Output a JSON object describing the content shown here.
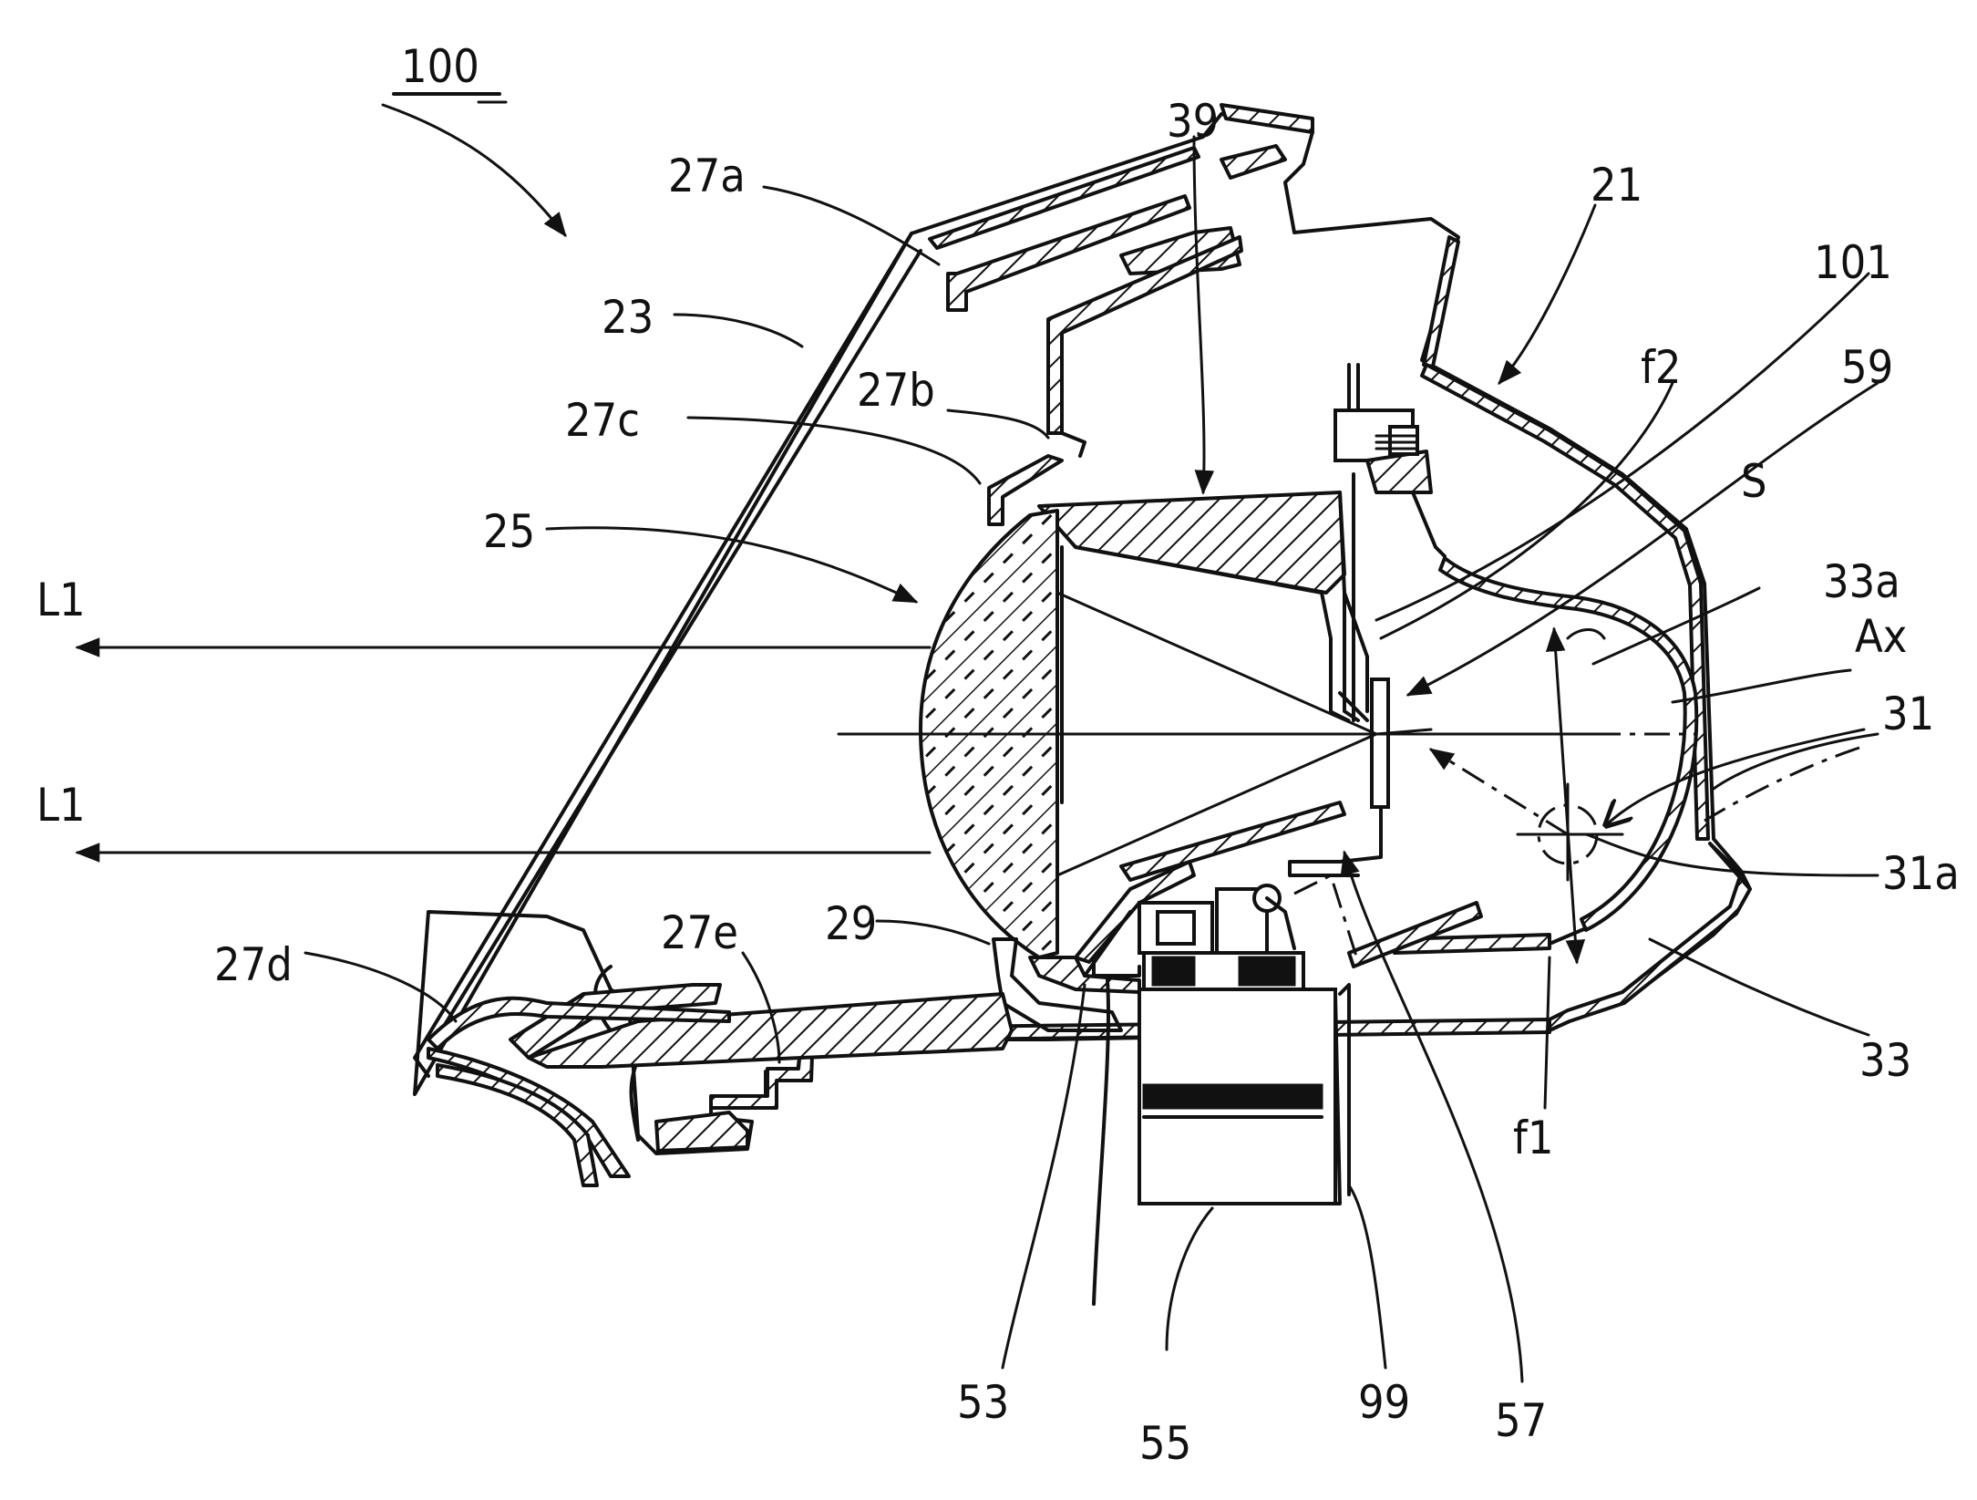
{
  "figure": {
    "ref_numbers": {
      "assembly": "100",
      "housing": "21",
      "cover": "23",
      "lens": "25",
      "ext_a": "27a",
      "ext_b": "27b",
      "ext_c": "27c",
      "ext_d": "27d",
      "ext_e": "27e",
      "bracket": "29",
      "light_source": "31",
      "light_source_center": "31a",
      "reflector": "33",
      "reflector_surface": "33a",
      "holder": "39",
      "base": "53",
      "actuator": "55",
      "shade": "57",
      "shade_edge": "59",
      "cover_plate": "99",
      "aperture": "101",
      "space": "S",
      "optical_axis": "Ax",
      "focus_1": "f1",
      "focus_2": "f2",
      "light_ray_upper": "L1",
      "light_ray_lower": "L1"
    }
  }
}
